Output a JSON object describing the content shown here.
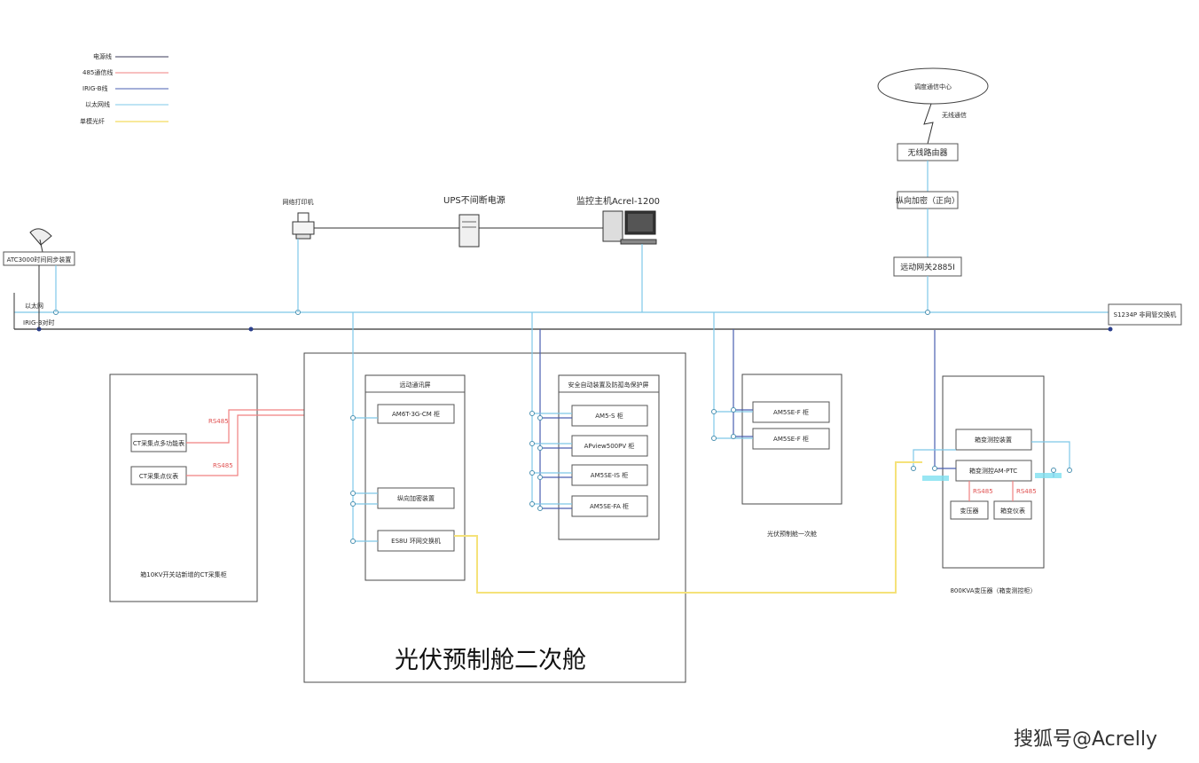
{
  "legend": [
    {
      "label": "电源线",
      "color": "#3a3a5a"
    },
    {
      "label": "485通信线",
      "color": "#f08080"
    },
    {
      "label": "IRIG-B线",
      "color": "#4a5fb0"
    },
    {
      "label": "以太网线",
      "color": "#7ec8e8"
    },
    {
      "label": "单模光纤",
      "color": "#f5e27a"
    }
  ],
  "top": {
    "cloud": "调度通信中心",
    "wireless_label": "无线通信",
    "wireless_device": "无线路由器",
    "encrypt_device": "纵向加密（正向）",
    "gateway": "远动网关2885I",
    "printer": "网络打印机",
    "ups": "UPS不间断电源",
    "workstation": "监控主机Acrel-1200",
    "gps": "ATC3000时间同步装置",
    "switch_right": "S1234P 非网管交换机",
    "bus_eth": "以太网",
    "bus_irig": "IRIG-B对时"
  },
  "left_box": {
    "devices": [
      "CT采集点多功能表",
      "CT采集点仪表"
    ],
    "rs485_1": "RS485",
    "rs485_2": "RS485",
    "caption": "箱10KV开关站新增的CT采集柜"
  },
  "main_box": {
    "title": "光伏预制舱二次舱",
    "col1_title": "远动通讯屏",
    "col1_items": [
      "AM6T-3G-CM 柜",
      "纵向加密装置",
      "ES8U 环网交换机"
    ],
    "col2_title": "安全自动装置及防孤岛保护屏",
    "col2_items": [
      "AM5-S 柜",
      "APview500PV 柜",
      "AM5SE-IS 柜",
      "AM5SE-FA 柜"
    ]
  },
  "right_box": {
    "items": [
      "AM5SE-F 柜",
      "AM5SE-F 柜"
    ],
    "caption": "光伏预制舱一次舱"
  },
  "trafo_box": {
    "items": [
      "箱变测控装置",
      "箱变测控AM-PTC",
      "变压器",
      "箱变仪表"
    ],
    "rs485_1": "RS485",
    "rs485_2": "RS485",
    "caption": "800KVA变压器（箱变测控柜）"
  },
  "watermark": "搜狐号@Acrelly"
}
